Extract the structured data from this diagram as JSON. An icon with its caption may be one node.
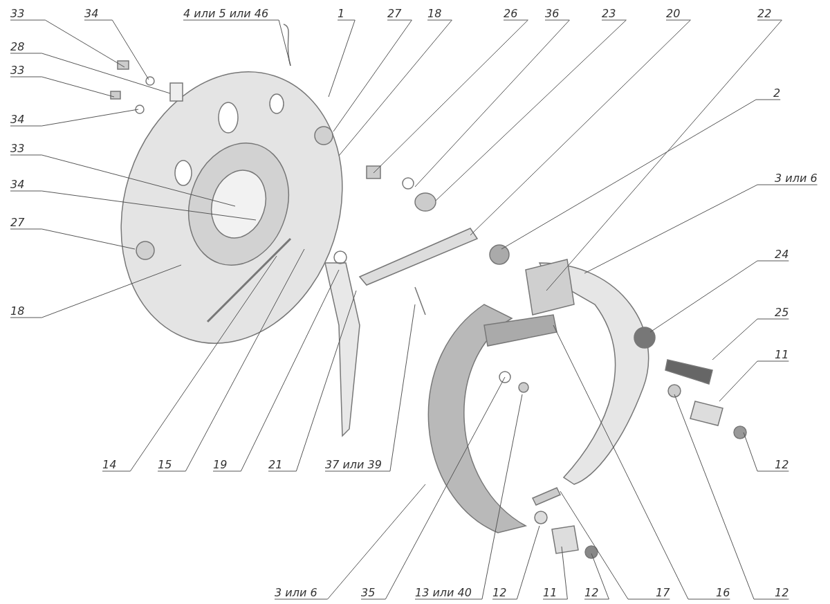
{
  "diagram": {
    "nodes": [
      {
        "text": [
          "33"
        ]
      },
      {
        "text": [
          "34"
        ]
      },
      {
        "text": [
          "4 или 5 или 46"
        ]
      },
      {
        "text": [
          "1"
        ]
      },
      {
        "text": [
          "27"
        ]
      },
      {
        "text": [
          "18"
        ]
      },
      {
        "text": [
          "26"
        ]
      },
      {
        "text": [
          "36"
        ]
      },
      {
        "text": [
          "23"
        ]
      },
      {
        "text": [
          "20"
        ]
      },
      {
        "text": [
          "22"
        ]
      },
      {
        "text": [
          "28"
        ]
      },
      {
        "text": [
          "33"
        ]
      },
      {
        "text": [
          "2"
        ]
      },
      {
        "text": [
          "34"
        ]
      },
      {
        "text": [
          "33"
        ]
      },
      {
        "text": [
          "3 или 6"
        ]
      },
      {
        "text": [
          "34"
        ]
      },
      {
        "text": [
          "27"
        ]
      },
      {
        "text": [
          "24"
        ]
      },
      {
        "text": [
          "18"
        ]
      },
      {
        "text": [
          "25"
        ]
      },
      {
        "text": [
          "11"
        ]
      },
      {
        "text": [
          "14"
        ]
      },
      {
        "text": [
          "15"
        ]
      },
      {
        "text": [
          "19"
        ]
      },
      {
        "text": [
          "21"
        ]
      },
      {
        "text": [
          "37 или 39"
        ]
      },
      {
        "text": [
          "12"
        ]
      },
      {
        "text": [
          "3 или 6"
        ]
      },
      {
        "text": [
          "35"
        ]
      },
      {
        "text": [
          "13 или 40"
        ]
      },
      {
        "text": [
          "12"
        ]
      },
      {
        "text": [
          "11"
        ]
      },
      {
        "text": [
          "12"
        ]
      },
      {
        "text": [
          "17"
        ]
      },
      {
        "text": [
          "16"
        ]
      },
      {
        "text": [
          "12"
        ]
      }
    ],
    "edges": [
      {
        "from": 0,
        "to": null,
        "arrow": "none"
      },
      {
        "from": 1,
        "to": null,
        "arrow": "none"
      },
      {
        "from": 2,
        "to": null,
        "arrow": "none"
      },
      {
        "from": 3,
        "to": null,
        "arrow": "none"
      },
      {
        "from": 4,
        "to": null,
        "arrow": "none"
      },
      {
        "from": 5,
        "to": null,
        "arrow": "none"
      },
      {
        "from": 6,
        "to": null,
        "arrow": "none"
      },
      {
        "from": 7,
        "to": null,
        "arrow": "none"
      },
      {
        "from": 8,
        "to": null,
        "arrow": "none"
      },
      {
        "from": 9,
        "to": null,
        "arrow": "none"
      },
      {
        "from": 10,
        "to": null,
        "arrow": "none"
      },
      {
        "from": 11,
        "to": null,
        "arrow": "none"
      },
      {
        "from": 12,
        "to": null,
        "arrow": "none"
      },
      {
        "from": 13,
        "to": null,
        "arrow": "none"
      },
      {
        "from": 14,
        "to": null,
        "arrow": "none"
      },
      {
        "from": 15,
        "to": null,
        "arrow": "none"
      },
      {
        "from": 16,
        "to": null,
        "arrow": "none"
      },
      {
        "from": 17,
        "to": null,
        "arrow": "none"
      },
      {
        "from": 18,
        "to": null,
        "arrow": "none"
      },
      {
        "from": 19,
        "to": null,
        "arrow": "none"
      },
      {
        "from": 20,
        "to": null,
        "arrow": "none"
      },
      {
        "from": 21,
        "to": null,
        "arrow": "none"
      },
      {
        "from": 22,
        "to": null,
        "arrow": "none"
      },
      {
        "from": 23,
        "to": null,
        "arrow": "none"
      },
      {
        "from": 24,
        "to": null,
        "arrow": "none"
      },
      {
        "from": 25,
        "to": null,
        "arrow": "none"
      },
      {
        "from": 26,
        "to": null,
        "arrow": "none"
      },
      {
        "from": 27,
        "to": null,
        "arrow": "none"
      },
      {
        "from": 28,
        "to": null,
        "arrow": "none"
      },
      {
        "from": 29,
        "to": null,
        "arrow": "none"
      },
      {
        "from": 30,
        "to": null,
        "arrow": "none"
      },
      {
        "from": 31,
        "to": null,
        "arrow": "none"
      },
      {
        "from": 32,
        "to": null,
        "arrow": "none"
      },
      {
        "from": 33,
        "to": null,
        "arrow": "none"
      },
      {
        "from": 34,
        "to": null,
        "arrow": "none"
      },
      {
        "from": 35,
        "to": null,
        "arrow": "none"
      },
      {
        "from": 36,
        "to": null,
        "arrow": "none"
      },
      {
        "from": 37,
        "to": null,
        "arrow": "none"
      }
    ]
  }
}
